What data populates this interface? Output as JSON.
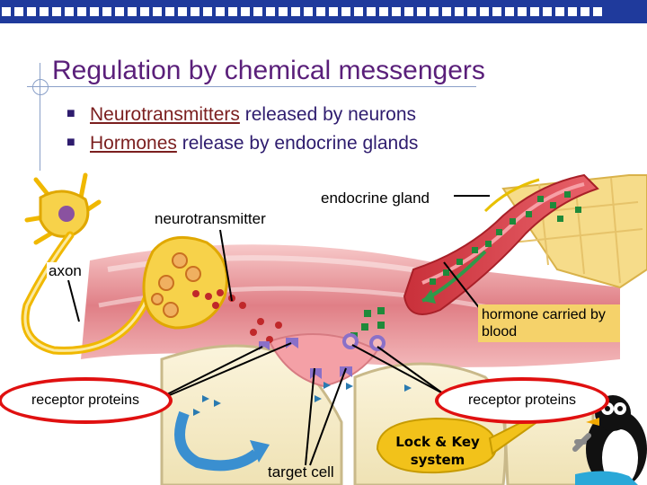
{
  "slide": {
    "title": "Regulation by chemical messengers",
    "bullets": [
      {
        "term": "Neurotransmitters",
        "rest": " released by neurons"
      },
      {
        "term": "Hormones",
        "rest": " release by endocrine glands"
      }
    ]
  },
  "figure": {
    "labels": {
      "endocrine_gland": "endocrine gland",
      "neurotransmitter": "neurotransmitter",
      "axon": "axon",
      "hormone_carried": "hormone carried by blood",
      "receptor_left": "receptor proteins",
      "receptor_right": "receptor proteins",
      "target_cell": "target cell"
    },
    "speech_bubble": {
      "line1": "Lock & Key",
      "line2": "system"
    }
  },
  "colors": {
    "header_bar": "#1f3a9c",
    "title": "#5a1f7a",
    "term": "#7b1f1f",
    "bubble": "#f2c21a",
    "highlight_ring": "#e01010"
  }
}
